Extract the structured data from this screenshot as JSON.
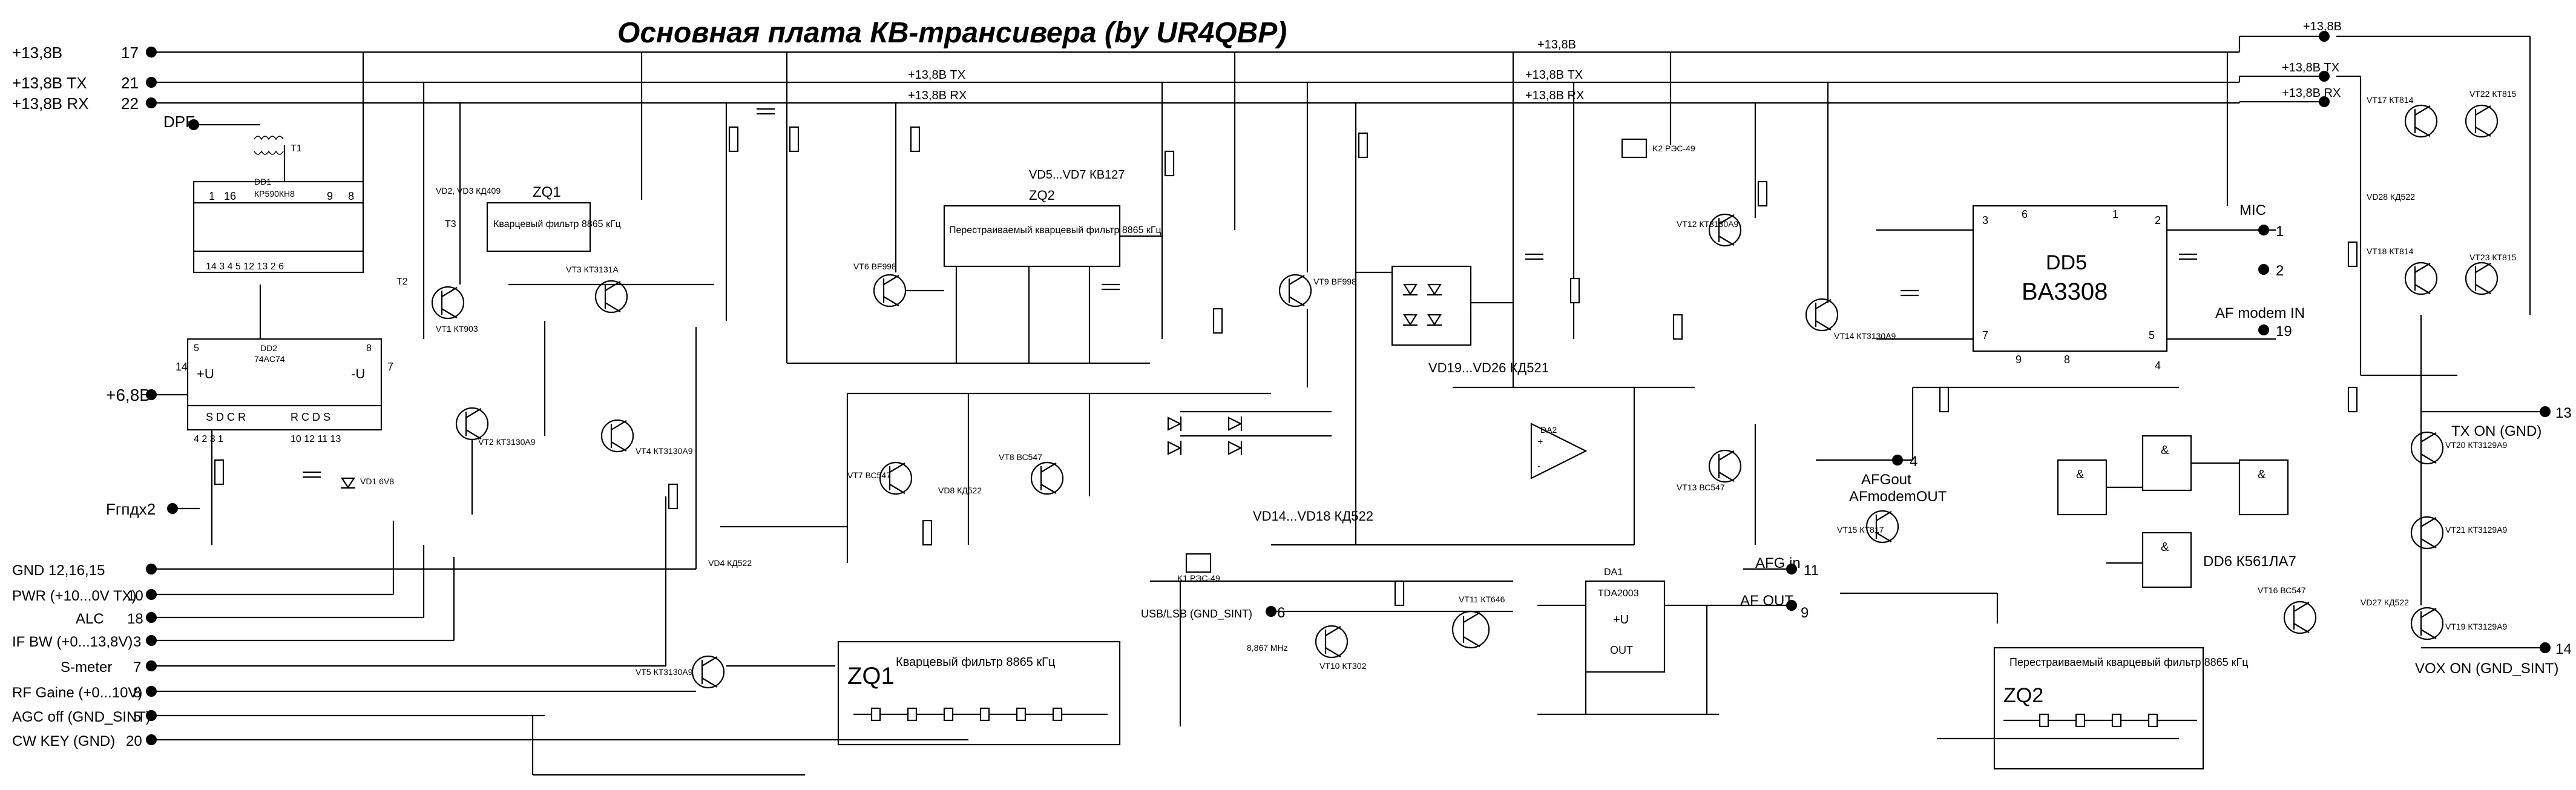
{
  "title": "Основная плата КВ-трансивера (by UR4QBP)",
  "rails": [
    {
      "left": "+13,8В",
      "left_pin": "17",
      "label": "+13,8В"
    },
    {
      "left": "+13,8В TX",
      "left_pin": "21",
      "label": "+13,8В TX"
    },
    {
      "left": "+13,8В RX",
      "left_pin": "22",
      "label": "+13,8В RX"
    }
  ],
  "left_connectors": [
    {
      "label": "DPF",
      "pin": ""
    },
    {
      "label": "+6,8В",
      "pin": ""
    },
    {
      "label": "Fгпдх2",
      "pin": ""
    },
    {
      "label": "GND 12,16,15",
      "pin": ""
    },
    {
      "label": "PWR (+10...0V TX)",
      "pin": "10"
    },
    {
      "label": "ALC",
      "pin": "18"
    },
    {
      "label": "IF BW (+0...13,8V)",
      "pin": "3"
    },
    {
      "label": "S-meter",
      "pin": "7"
    },
    {
      "label": "RF Gaine (+0...10V)",
      "pin": "8"
    },
    {
      "label": "AGC off (GND_SINT)",
      "pin": "5"
    },
    {
      "label": "CW KEY (GND)",
      "pin": "20"
    }
  ],
  "right_connectors": [
    {
      "label": "MIC",
      "pin": "1"
    },
    {
      "label": "",
      "pin": "2"
    },
    {
      "label": "AF modem IN",
      "pin": "19"
    },
    {
      "label": "TX ON (GND)",
      "pin": "13"
    },
    {
      "label": "VOX ON (GND_SINT)",
      "pin": "14"
    },
    {
      "label": "AFGout",
      "pin": "4"
    },
    {
      "label": "AFmodemOUT",
      "pin": ""
    },
    {
      "label": "AFG in",
      "pin": "11"
    },
    {
      "label": "AF OUT",
      "pin": "9"
    },
    {
      "label": "USB/LSB (GND_SINT)",
      "pin": "6"
    }
  ],
  "blocks": {
    "zq1": {
      "ref": "ZQ1",
      "text": "Кварцевый фильтр 8865 кГц"
    },
    "zq2": {
      "ref": "ZQ2",
      "text": "Перестраиваемый кварцевый фильтр 8865 кГц"
    },
    "zq1_lower": {
      "ref": "ZQ1",
      "text": "Кварцевый фильтр 8865 кГц"
    },
    "zq2_lower": {
      "ref": "ZQ2",
      "text": "Перестраиваемый кварцевый фильтр 8865 кГц"
    },
    "dd5": {
      "ref": "DD5",
      "part": "BA3308"
    },
    "dd1": {
      "ref": "DD1",
      "part": "КР590КН8"
    },
    "dd2": {
      "ref": "DD2",
      "part": "74AC74"
    },
    "dd6": {
      "ref": "DD6 К561ЛА7"
    },
    "da1": {
      "ref": "DA1",
      "part": "TDA2003"
    },
    "da2": {
      "ref": "DA2"
    }
  },
  "group_labels": {
    "vd5_vd7": "VD5...VD7 КВ127",
    "vd19_vd26": "VD19...VD26 КД521",
    "vd14_vd18": "VD14...VD18 КД522"
  },
  "components": {
    "vt1": "VT1 КТ903",
    "vt2": "VT2 КТ3130А9",
    "vt3": "VT3 КТ3131А",
    "vt4": "VT4 КТ3130А9",
    "vt5": "VT5 КТ3130А9",
    "vt6": "VT6 BF998",
    "vt7": "VT7 ВС547",
    "vt8": "VT8 ВС547",
    "vt9": "VT9 BF998",
    "vt10": "VT10 КТ302",
    "vt11": "VT11 КТ646",
    "vt12": "VT12 КТ3130А9",
    "vt13": "VT13 ВС547",
    "vt14": "VT14 КТ3130А9",
    "vt15": "VT15 КТ817",
    "vt16": "VT16 ВС547",
    "vt17": "VT17 КТ814",
    "vt18": "VT18 КТ814",
    "vt19": "VT19 КТ3129А9",
    "vt20": "VT20 КТ3129А9",
    "vt21": "VT21 КТ3129А9",
    "vt22": "VT22 КТ815",
    "vt23": "VT23 КТ815",
    "vd1": "VD1 6V8",
    "vd2": "VD2, VD3 КД409",
    "vd4": "VD4 КД522",
    "vd8": "VD8 КД522",
    "vd27": "VD27 КД522",
    "vd28": "VD28 КД522",
    "k1": "K1 РЭС-49",
    "k2": "K2 РЭС-49",
    "bq8": "8,867 MHz",
    "t1": "T1",
    "t2": "T2",
    "t3": "T3"
  }
}
